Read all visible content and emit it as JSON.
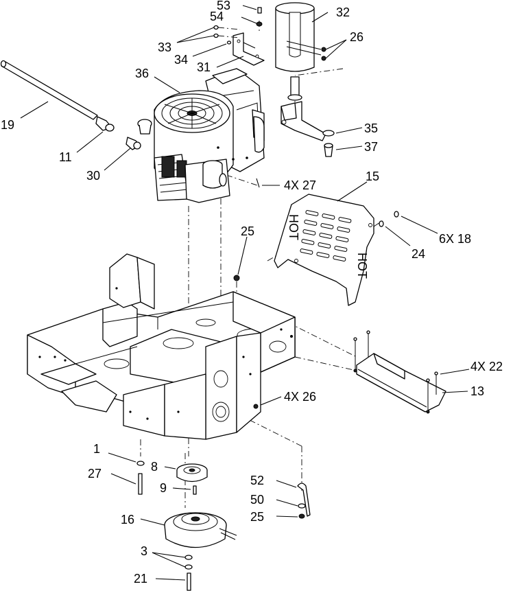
{
  "callouts": [
    {
      "id": "c53",
      "text": "53"
    },
    {
      "id": "c54",
      "text": "54"
    },
    {
      "id": "c32",
      "text": "32"
    },
    {
      "id": "c26",
      "text": "26"
    },
    {
      "id": "c33",
      "text": "33"
    },
    {
      "id": "c34",
      "text": "34"
    },
    {
      "id": "c31",
      "text": "31"
    },
    {
      "id": "c36",
      "text": "36"
    },
    {
      "id": "c19",
      "text": "19"
    },
    {
      "id": "c11",
      "text": "11"
    },
    {
      "id": "c30",
      "text": "30"
    },
    {
      "id": "c35",
      "text": "35"
    },
    {
      "id": "c37",
      "text": "37"
    },
    {
      "id": "c4x27",
      "text": "4X 27"
    },
    {
      "id": "c15",
      "text": "15"
    },
    {
      "id": "c6x18",
      "text": "6X 18"
    },
    {
      "id": "c24",
      "text": "24"
    },
    {
      "id": "c25a",
      "text": "25"
    },
    {
      "id": "c4x22",
      "text": "4X 22"
    },
    {
      "id": "c13",
      "text": "13"
    },
    {
      "id": "c4x26",
      "text": "4X 26"
    },
    {
      "id": "c1",
      "text": "1"
    },
    {
      "id": "c8",
      "text": "8"
    },
    {
      "id": "c27",
      "text": "27"
    },
    {
      "id": "c9",
      "text": "9"
    },
    {
      "id": "c52",
      "text": "52"
    },
    {
      "id": "c50",
      "text": "50"
    },
    {
      "id": "c25b",
      "text": "25"
    },
    {
      "id": "c16",
      "text": "16"
    },
    {
      "id": "c3",
      "text": "3"
    },
    {
      "id": "c21",
      "text": "21"
    }
  ],
  "shield_text": {
    "upper": "HOT",
    "lower": "HOT"
  }
}
